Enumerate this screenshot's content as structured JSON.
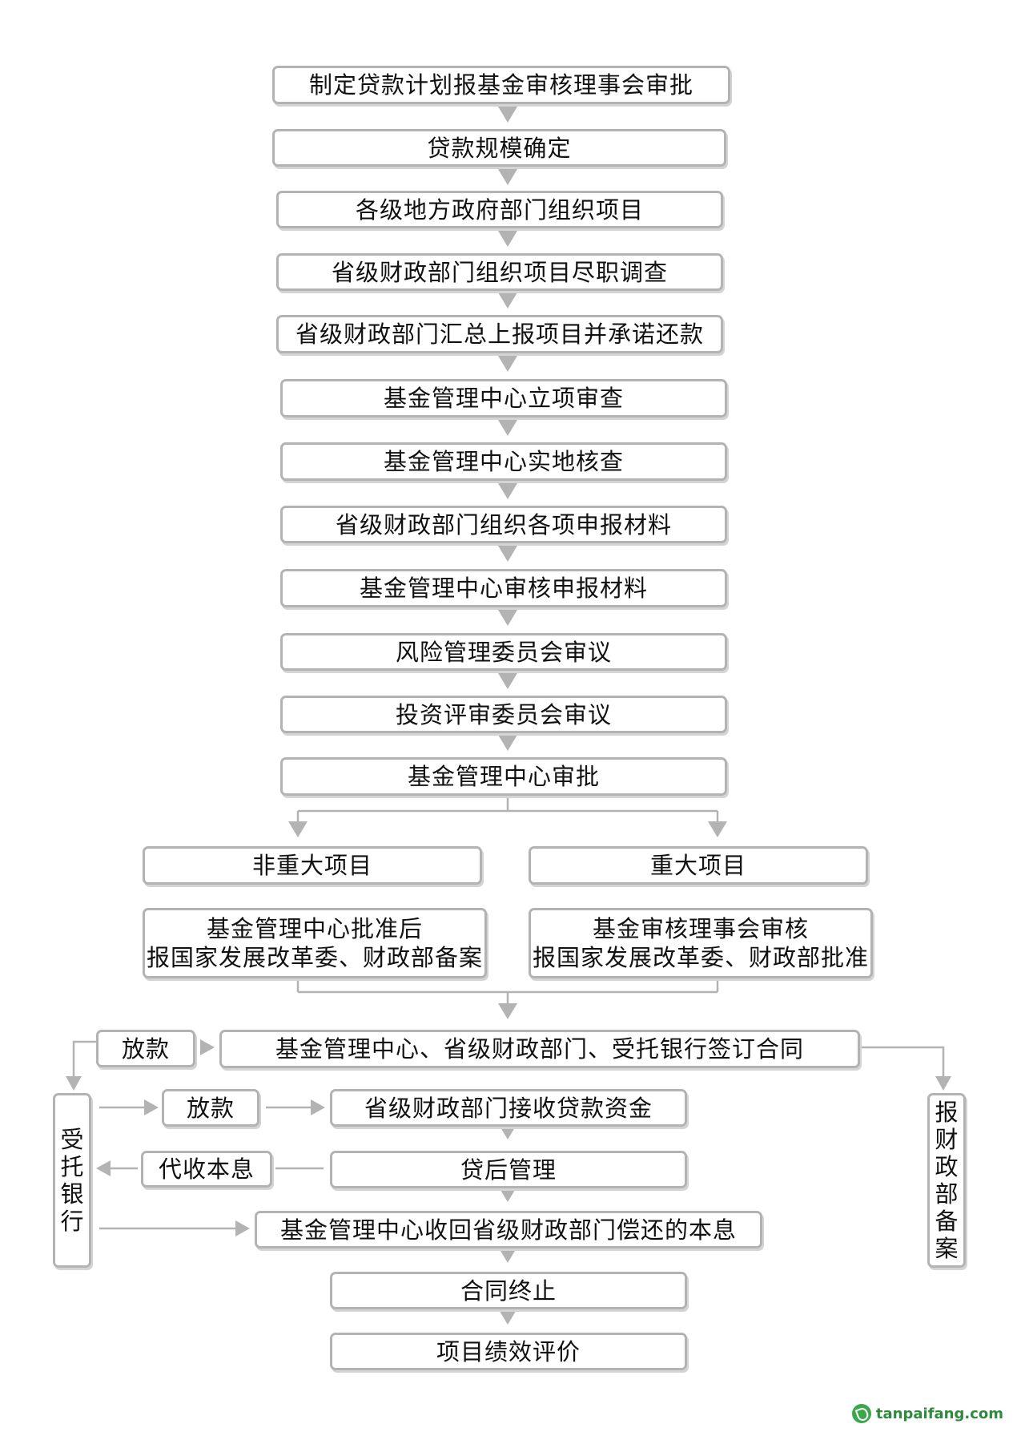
{
  "steps": [
    "制定贷款计划报基金审核理事会审批",
    "贷款规模确定",
    "各级地方政府部门组织项目",
    "省级财政部门组织项目尽职调查",
    "省级财政部门汇总上报项目并承诺还款",
    "基金管理中心立项审查",
    "基金管理中心实地核查",
    "省级财政部门组织各项申报材料",
    "基金管理中心审核申报材料",
    "风险管理委员会审议",
    "投资评审委员会审议",
    "基金管理中心审批"
  ],
  "branches": {
    "left_title": "非重大项目",
    "left_detail_1": "基金管理中心批准后",
    "left_detail_2": "报国家发展改革委、财政部备案",
    "right_title": "重大项目",
    "right_detail_1": "基金审核理事会审核",
    "right_detail_2": "报国家发展改革委、财政部批准"
  },
  "contract": "基金管理中心、省级财政部门、受托银行签订合同",
  "release_1": "放款",
  "release_2": "放款",
  "receive": "省级财政部门接收贷款资金",
  "post_loan": "贷后管理",
  "collect": "代收本息",
  "recover": "基金管理中心收回省级财政部门偿还的本息",
  "terminate": "合同终止",
  "evaluate": "项目绩效评价",
  "bank_chars": [
    "受",
    "托",
    "银",
    "行"
  ],
  "filing_chars": [
    "报",
    "财",
    "政",
    "部",
    "备",
    "案"
  ],
  "watermark": "tanpaifang.com"
}
